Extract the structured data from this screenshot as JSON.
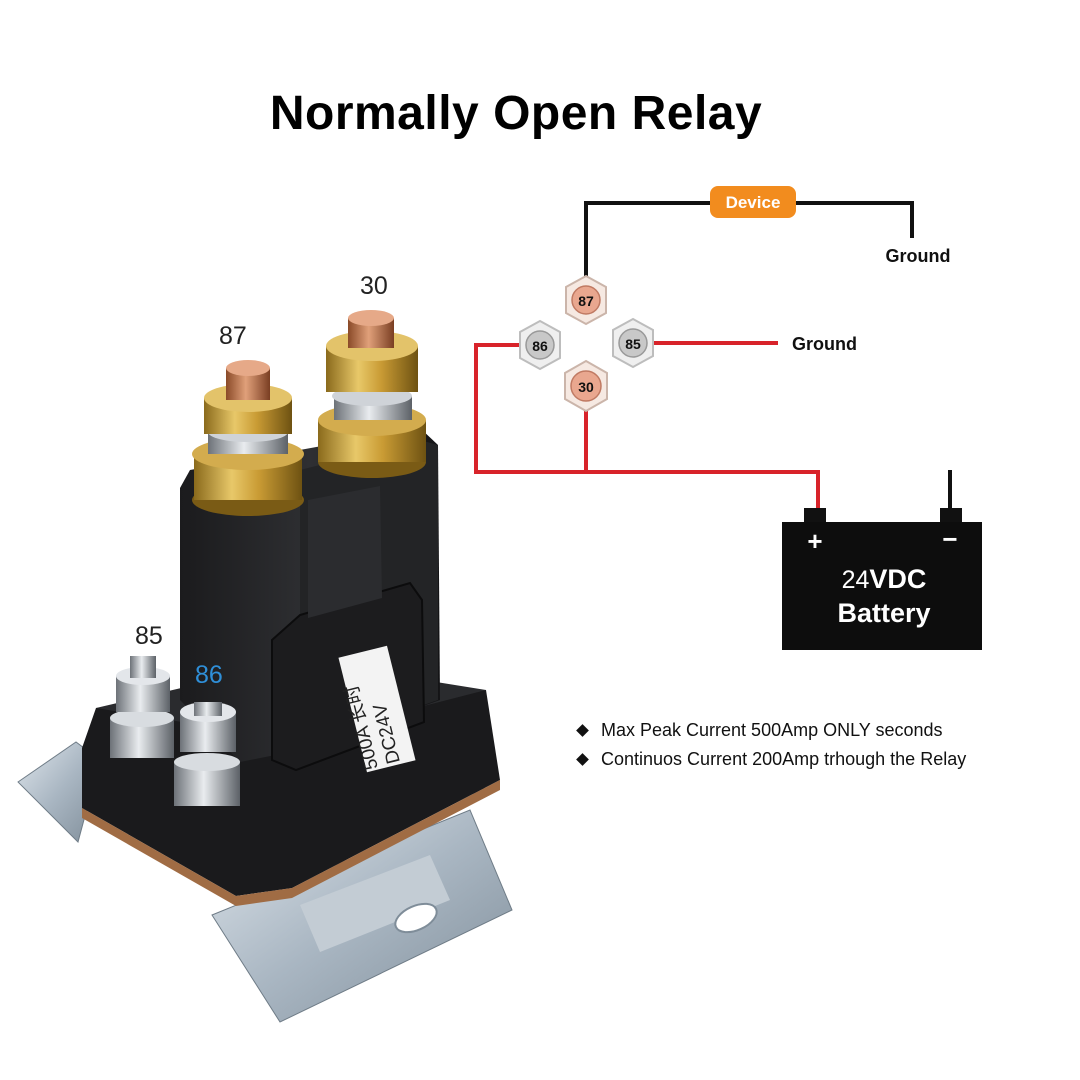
{
  "title": "Normally Open Relay",
  "relay_photo": {
    "pin_labels": {
      "p87": "87",
      "p30": "30",
      "p85": "85",
      "p86": "86"
    },
    "cover_text": {
      "line1": "500A 长时",
      "line2": "DC24V"
    }
  },
  "wiring_diagram": {
    "device_label": "Device",
    "ground_top": "Ground",
    "ground_right": "Ground",
    "terminals": {
      "t87": "87",
      "t86": "86",
      "t85": "85",
      "t30": "30"
    },
    "battery": {
      "plus": "+",
      "minus": "−",
      "voltage_prefix": "24",
      "voltage_bold": "VDC",
      "line2": "Battery"
    }
  },
  "specs": [
    "Max Peak Current 500Amp ONLY seconds",
    "Continuos Current 200Amp trhough the Relay"
  ],
  "colors": {
    "wire_red": "#d8232a",
    "wire_black": "#111111",
    "device_orange": "#f28c1e",
    "label_blue": "#2f8fd8"
  }
}
